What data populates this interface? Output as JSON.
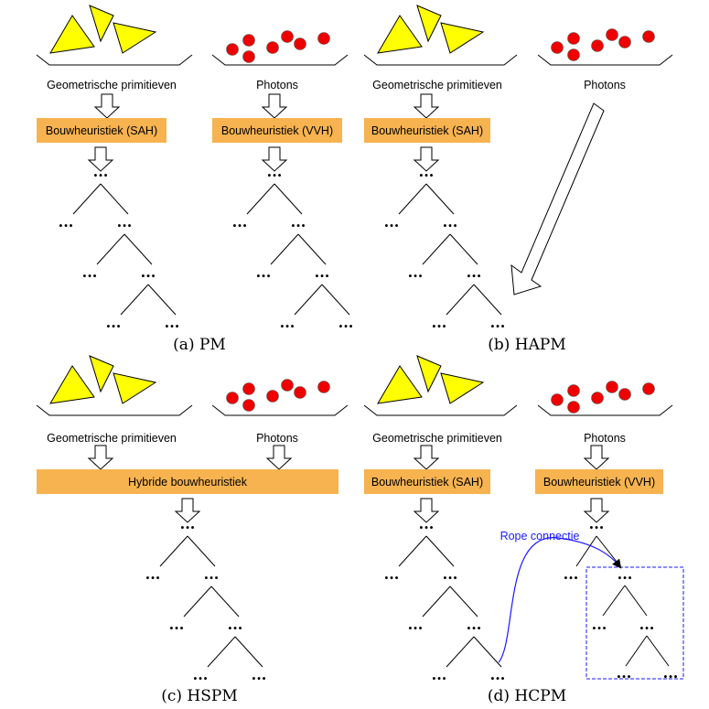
{
  "colors": {
    "triangle": "#ffff00",
    "photon": "#ee0000",
    "heuristic_box": "#f7b350",
    "rope": "#1a1aff"
  },
  "labels": {
    "geometric": "Geometrische primitieven",
    "photons": "Photons",
    "sah": "Bouwheuristiek (SAH)",
    "vvh": "Bouwheuristiek (VVH)",
    "hybrid": "Hybride bouwheuristiek",
    "rope": "Rope connectie",
    "ellipsis": "..."
  },
  "captions": {
    "a": "(a) PM",
    "b": "(b) HAPM",
    "c": "(c) HSPM",
    "d": "(d) HCPM"
  }
}
